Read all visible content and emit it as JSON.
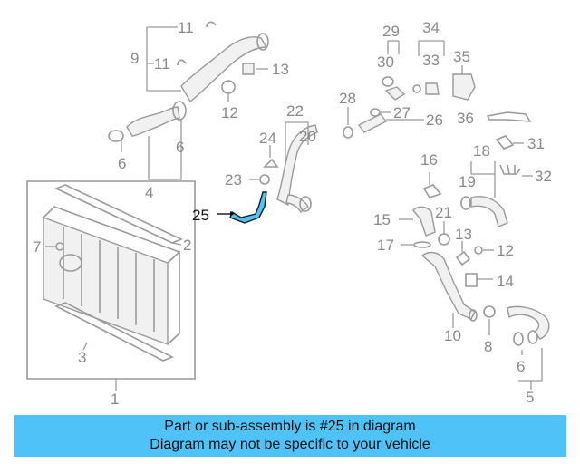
{
  "colors": {
    "highlight": "#4fc3f7",
    "part_line": "#9a9a9a",
    "banner": "#4fc3f7"
  },
  "highlighted_part": "25",
  "callouts": {
    "c1": "1",
    "c2": "2",
    "c3": "3",
    "c4": "4",
    "c5": "5",
    "c6a": "6",
    "c6b": "6",
    "c6c": "6",
    "c7": "7",
    "c8": "8",
    "c9": "9",
    "c10": "10",
    "c11a": "11",
    "c11b": "11",
    "c12a": "12",
    "c12b": "12",
    "c13a": "13",
    "c13b": "13",
    "c14": "14",
    "c15": "15",
    "c16": "16",
    "c17": "17",
    "c18": "18",
    "c19": "19",
    "c20": "20",
    "c21": "21",
    "c22": "22",
    "c23": "23",
    "c24": "24",
    "c25": "25",
    "c26": "26",
    "c27": "27",
    "c28": "28",
    "c29": "29",
    "c30": "30",
    "c31": "31",
    "c32": "32",
    "c33": "33",
    "c34": "34",
    "c35": "35",
    "c36": "36"
  },
  "banner": {
    "line1": "Part or sub-assembly is #25 in diagram",
    "line2": "Diagram may not be specific to your vehicle"
  }
}
